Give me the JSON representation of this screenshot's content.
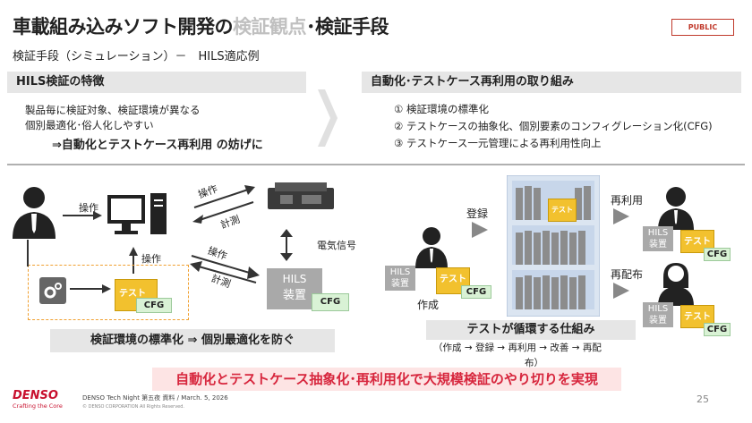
{
  "title": {
    "part1": "車載組み込みソフト開発の",
    "highlight": "検証観点",
    "part2": "･検証手段"
  },
  "badge": "PUBLIC",
  "subtitle": "検証手段（シミュレーション）－　HILS適応例",
  "left_section": {
    "header": "HILS検証の特徴",
    "line1": "製品毎に検証対象、検証環境が異なる",
    "line2": "個別最適化･俗人化しやすい",
    "conclusion": "⇒自動化とテストケース再利用 の妨げに"
  },
  "right_section": {
    "header": "自動化･テストケース再利用の取り組み",
    "items": [
      "① 検証環境の標準化",
      "② テストケースの抽象化、個別要素のコンフィグレーション化(CFG)",
      "③ テストケース一元管理による再利用性向上"
    ]
  },
  "left_diagram": {
    "operate": "操作",
    "operate2": "操作",
    "operate3": "操作",
    "measure1": "計測",
    "measure2": "計測",
    "signal": "電気信号",
    "hils_line1": "HILS",
    "hils_line2": "装置",
    "test": "テスト",
    "cfg": "CFG",
    "cfg2": "CFG",
    "banner": "検証環境の標準化 ⇒ 個別最適化を防ぐ"
  },
  "right_diagram": {
    "register": "登録",
    "reuse": "再利用",
    "redistribute": "再配布",
    "create": "作成",
    "hils_line1": "HILS",
    "hils_line2": "装置",
    "test": "テスト",
    "cfg": "CFG",
    "shelf_test": "テスト",
    "banner": "テストが循環する仕組み",
    "cycle": "（作成 → 登録 → 再利用 → 改善 → 再配",
    "cycle2": "布）"
  },
  "bottom_message": "自動化とテストケース抽象化･再利用化で大規模検証のやり切りを実現",
  "footer": {
    "logo": "DENSO",
    "tagline": "Crafting the Core",
    "event": "DENSO Tech Night 第五夜 資料 / March. 5, 2026",
    "copyright": "© DENSO CORPORATION All Rights Reserved.",
    "page": "25"
  }
}
